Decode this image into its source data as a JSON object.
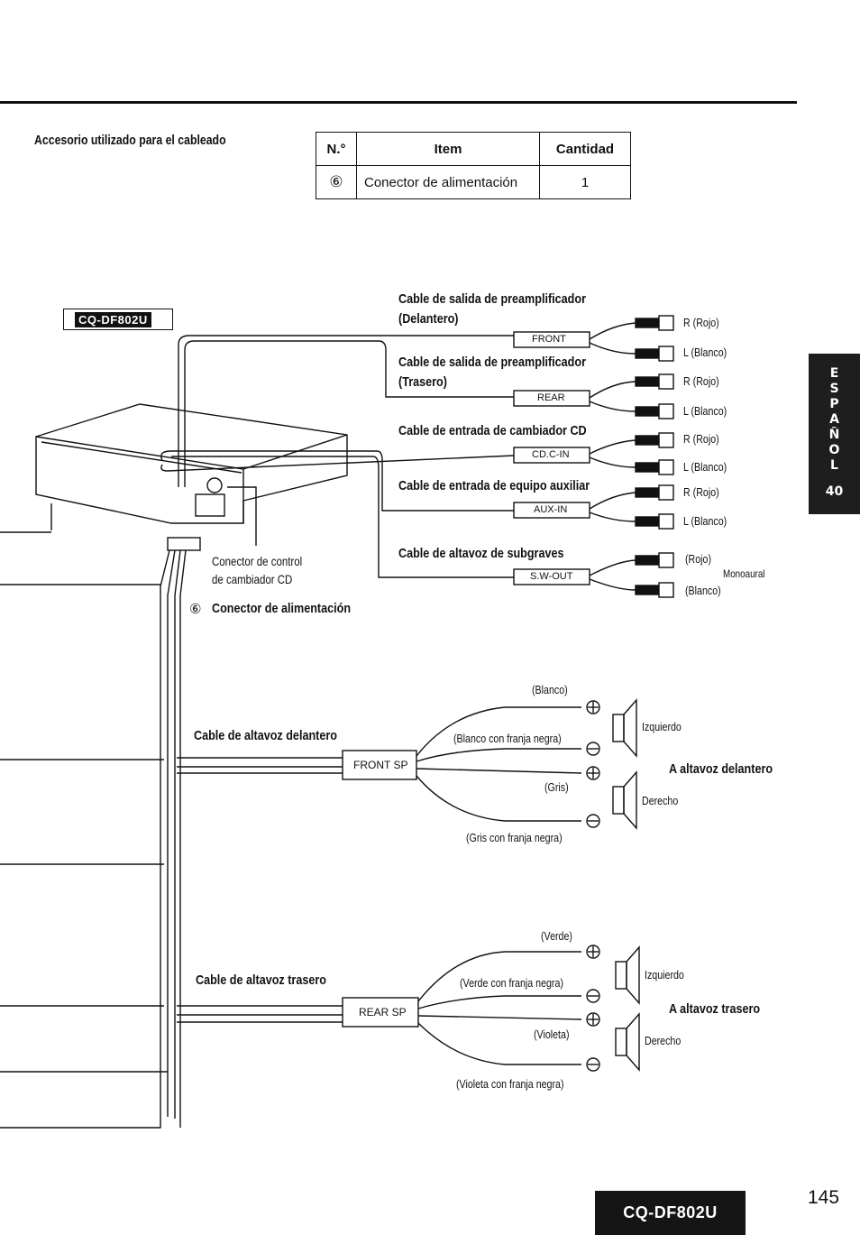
{
  "accessory": {
    "heading": "Accesorio utilizado para el cableado",
    "table": {
      "headers": [
        "N.°",
        "Item",
        "Cantidad"
      ],
      "rows": [
        {
          "no": "⑥",
          "item": "Conector de alimentación",
          "qty": "1"
        }
      ]
    }
  },
  "model_badge": "CQ-DF802U",
  "preout": [
    {
      "title_line1": "Cable de salida de preamplificador",
      "title_line2": "(Delantero)",
      "box": "FRONT",
      "r": "R (Rojo)",
      "l": "L (Blanco)"
    },
    {
      "title_line1": "Cable de salida de preamplificador",
      "title_line2": "(Trasero)",
      "box": "REAR",
      "r": "R (Rojo)",
      "l": "L (Blanco)"
    },
    {
      "title_line1": "Cable de entrada de cambiador CD",
      "box": "CD.C-IN",
      "r": "R (Rojo)",
      "l": "L (Blanco)"
    },
    {
      "title_line1": "Cable de entrada de equipo auxiliar",
      "box": "AUX-IN",
      "r": "R (Rojo)",
      "l": "L (Blanco)"
    },
    {
      "title_line1": "Cable de altavoz de subgraves",
      "box": "S.W-OUT",
      "r": "(Rojo)",
      "l": "(Blanco)",
      "extra": "Monoaural"
    }
  ],
  "connector_labels": {
    "cd_control_line1": "Conector de control",
    "cd_control_line2": "de cambiador CD",
    "power_num": "⑥",
    "power": "Conector de alimentación"
  },
  "front_speaker": {
    "title": "Cable de altavoz delantero",
    "box": "FRONT SP",
    "wire1": "(Blanco)",
    "wire2": "(Blanco con franja negra)",
    "wire3": "(Gris)",
    "wire4": "(Gris con franja negra)",
    "left": "Izquierdo",
    "right": "Derecho",
    "to": "A altavoz delantero"
  },
  "rear_speaker": {
    "title": "Cable de altavoz trasero",
    "box": "REAR SP",
    "wire1": "(Verde)",
    "wire2": "(Verde con franja negra)",
    "wire3": "(Violeta)",
    "wire4": "(Violeta con franja negra)",
    "left": "Izquierdo",
    "right": "Derecho",
    "to": "A altavoz trasero"
  },
  "side_tab": {
    "letters": [
      "E",
      "S",
      "P",
      "A",
      "Ñ",
      "O",
      "L"
    ],
    "page": "40"
  },
  "footer": {
    "model": "CQ-DF802U",
    "page": "145"
  }
}
